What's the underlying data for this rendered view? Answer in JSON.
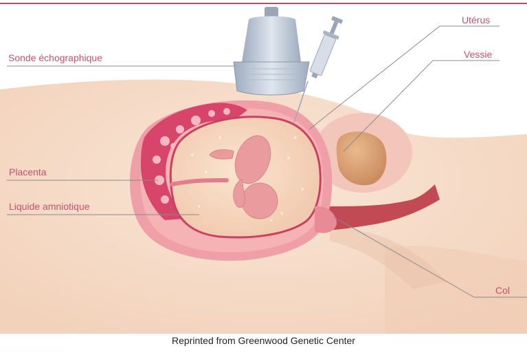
{
  "labels": {
    "probe": "Sonde échographique",
    "uterus": "Utérus",
    "bladder": "Vessie",
    "placenta": "Placenta",
    "fluid": "Liquide amniotique",
    "cervix": "Col"
  },
  "credit": "Reprinted  from Greenwood Genetic Center",
  "colors": {
    "label_text": "#c8506e",
    "leader_line": "#8a8a8a",
    "top_rule": "#b84a66",
    "skin": "#f6dcc8",
    "uterus_wall": "#e88a98",
    "placenta": "#c93c5e",
    "amniotic_fluid": "#f7d7c0",
    "fetus": "#e89a9a",
    "bladder": "#d89a6a",
    "probe": "#b9c4d4",
    "syringe": "#c8d0dc"
  }
}
